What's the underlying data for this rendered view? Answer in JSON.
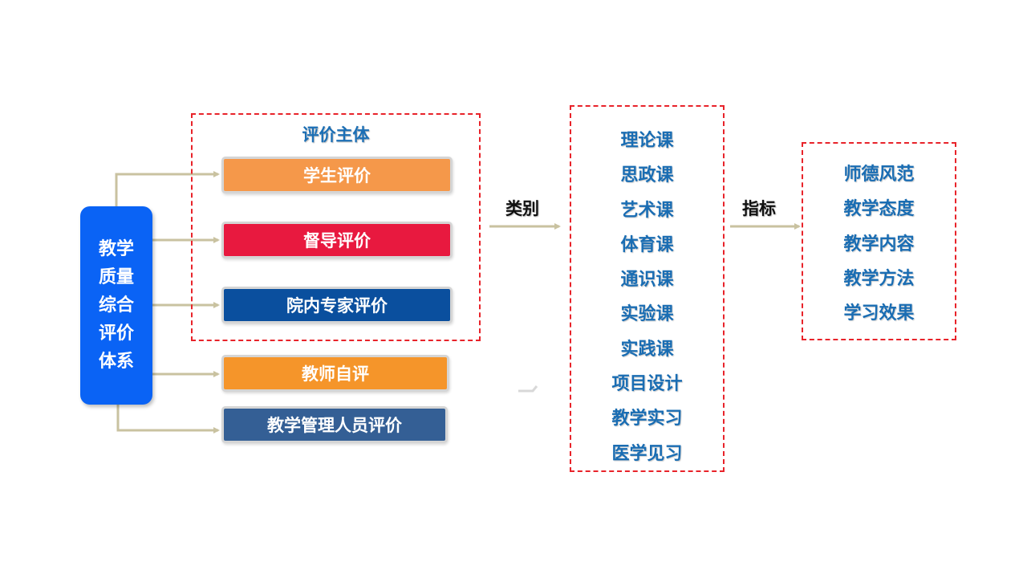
{
  "root": {
    "label": "教学质量综合评价体系"
  },
  "subject_group": {
    "title": "评价主体"
  },
  "evaluators": [
    {
      "label": "学生评价",
      "color": "#f5984a"
    },
    {
      "label": "督导评价",
      "color": "#e8193f"
    },
    {
      "label": "院内专家评价",
      "color": "#0a4f9e"
    },
    {
      "label": "教师自评",
      "color": "#f5952a"
    },
    {
      "label": "教学管理人员评价",
      "color": "#345f95"
    }
  ],
  "category_arrow": {
    "label": "类别"
  },
  "categories": [
    "理论课",
    "思政课",
    "艺术课",
    "体育课",
    "通识课",
    "实验课",
    "实践课",
    "项目设计",
    "教学实习",
    "医学见习"
  ],
  "indicator_arrow": {
    "label": "指标"
  },
  "indicators": [
    "师德风范",
    "教学态度",
    "教学内容",
    "教学方法",
    "学习效果"
  ],
  "colors": {
    "connector": "#c9c2a0",
    "dashed_border": "#e8232a",
    "root_fill": "#0a63f5",
    "list_text": "#1a6db3"
  }
}
